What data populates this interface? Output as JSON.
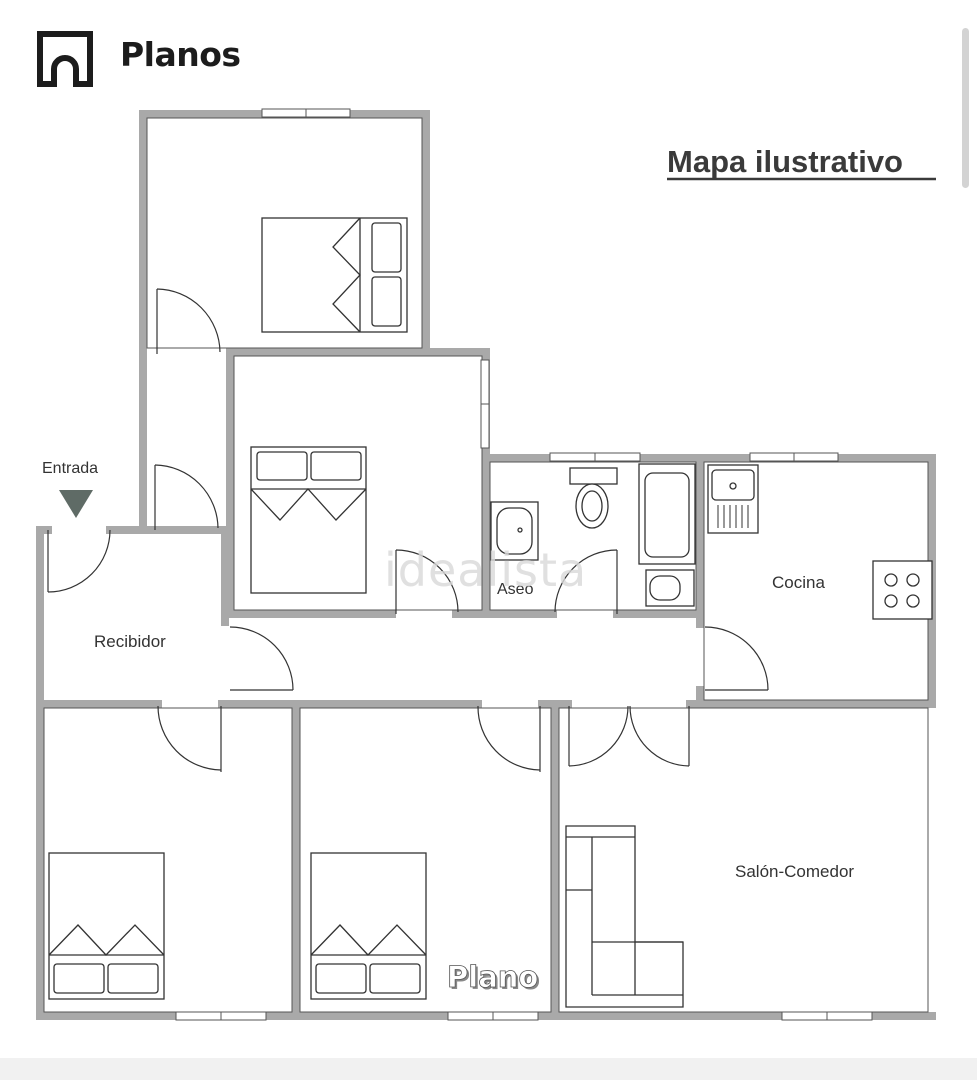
{
  "header": {
    "title": "Planos",
    "logo_icon": "floorplan-house-icon"
  },
  "plan": {
    "map_heading": "Mapa ilustrativo",
    "watermark": "idealista",
    "caption": "Plano",
    "entrance_label": "Entrada",
    "rooms": {
      "recibidor": "Recibidor",
      "aseo": "Aseo",
      "cocina": "Cocina",
      "salon": "Salón-Comedor"
    }
  },
  "colors": {
    "wall": "#a9a9a9",
    "line": "#444444",
    "heading": "#3a3a3a",
    "marker": "#5f6b66"
  }
}
